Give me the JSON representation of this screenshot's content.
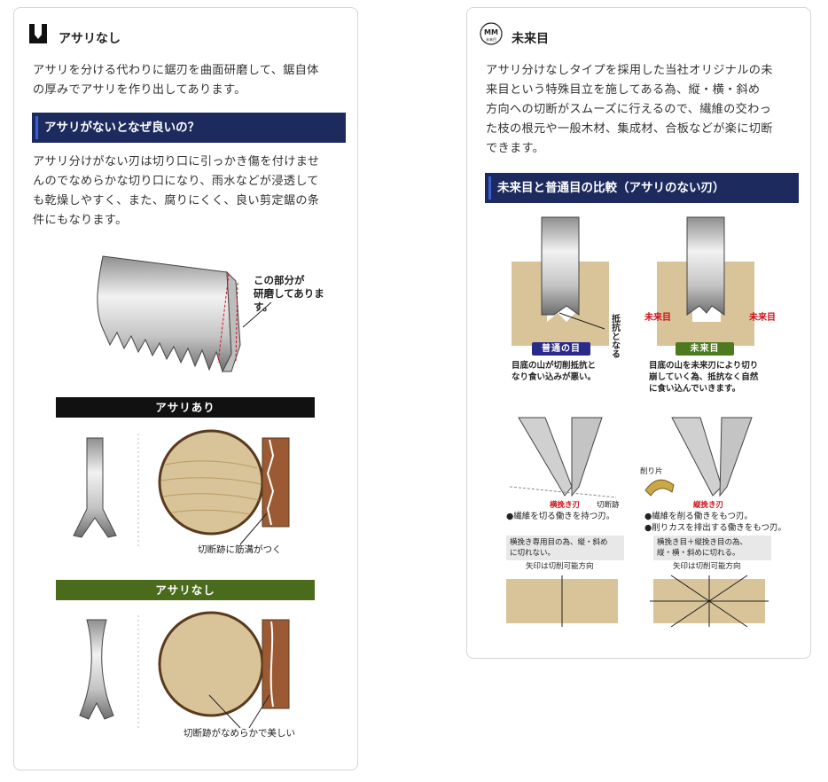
{
  "left": {
    "title": "アサリなし",
    "intro": [
      "アサリを分ける代わりに鋸刃を曲面研磨して、鋸自体",
      "の厚みでアサリを作り出してあります。"
    ],
    "section_heading": "アサリがないとなぜ良いの？",
    "body": [
      "アサリ分けがない刃は切り口に引っかき傷を付けませ",
      "んのでなめらかな切り口になり、雨水などが浸透して",
      "も乾燥しやすく、また、腐りにくく、良い剪定鋸の条",
      "件にもなります。"
    ],
    "grind_note": [
      "この部分が",
      "研磨してありま",
      "す。"
    ],
    "with_set": {
      "label": "アサリあり",
      "caption": "切断跡に筋溝がつく"
    },
    "without_set": {
      "label": "アサリなし",
      "caption": "切断跡がなめらかで美しい"
    }
  },
  "right": {
    "title": "未来目",
    "logo_text": "MM",
    "logo_sub": "未来目",
    "intro": [
      "アサリ分けなしタイプを採用した当社オリジナルの未",
      "来目という特殊目立を施してある為、縦・横・斜め",
      "方向への切断がスムーズに行えるので、繊維の交わっ",
      "た枝の根元や一般木材、集成材、合板などが楽に切断",
      "できます。"
    ],
    "section_heading": "未来目と普通目の比較（アサリのない刃）",
    "resist_label": "抵抗となる",
    "mirai_label": "未来目",
    "normal": {
      "tag": "普通の目",
      "desc": [
        "目底の山が切削抵抗と",
        "なり食い込みが悪い。"
      ]
    },
    "mirai": {
      "tag": "未来目",
      "desc": [
        "目底の山を未来刃により切り",
        "崩していく為、抵抗なく自然",
        "に食い込んでいきます。"
      ]
    },
    "crosscut": {
      "blade_label": "横挽き刃",
      "cut_label": "切断跡",
      "note": "●繊維を切る働きを持つ刃。",
      "box": [
        "横挽き専用目の為、縦・斜め",
        "に切れない。"
      ],
      "arrow_note": "矢印は切削可能方向"
    },
    "rip": {
      "chip_label": "削り片",
      "blade_label": "縦挽き刃",
      "notes": [
        "●繊維を削る働きをもつ刃。",
        "●削りカスを排出する働きをもつ刃。"
      ],
      "box": [
        "横挽き目＋縦挽き目の為、",
        "縦・横・斜めに切れる。"
      ],
      "arrow_note": "矢印は切削可能方向"
    }
  },
  "colors": {
    "navy": "#1c2a5e",
    "black_bar": "#111111",
    "green_bar": "#4a6a1c",
    "wood": "#d9c49a",
    "bark": "#9b5a33",
    "red": "#d0121b",
    "purple_tag": "#2a2a8a",
    "green_tag": "#4d7a1e"
  }
}
